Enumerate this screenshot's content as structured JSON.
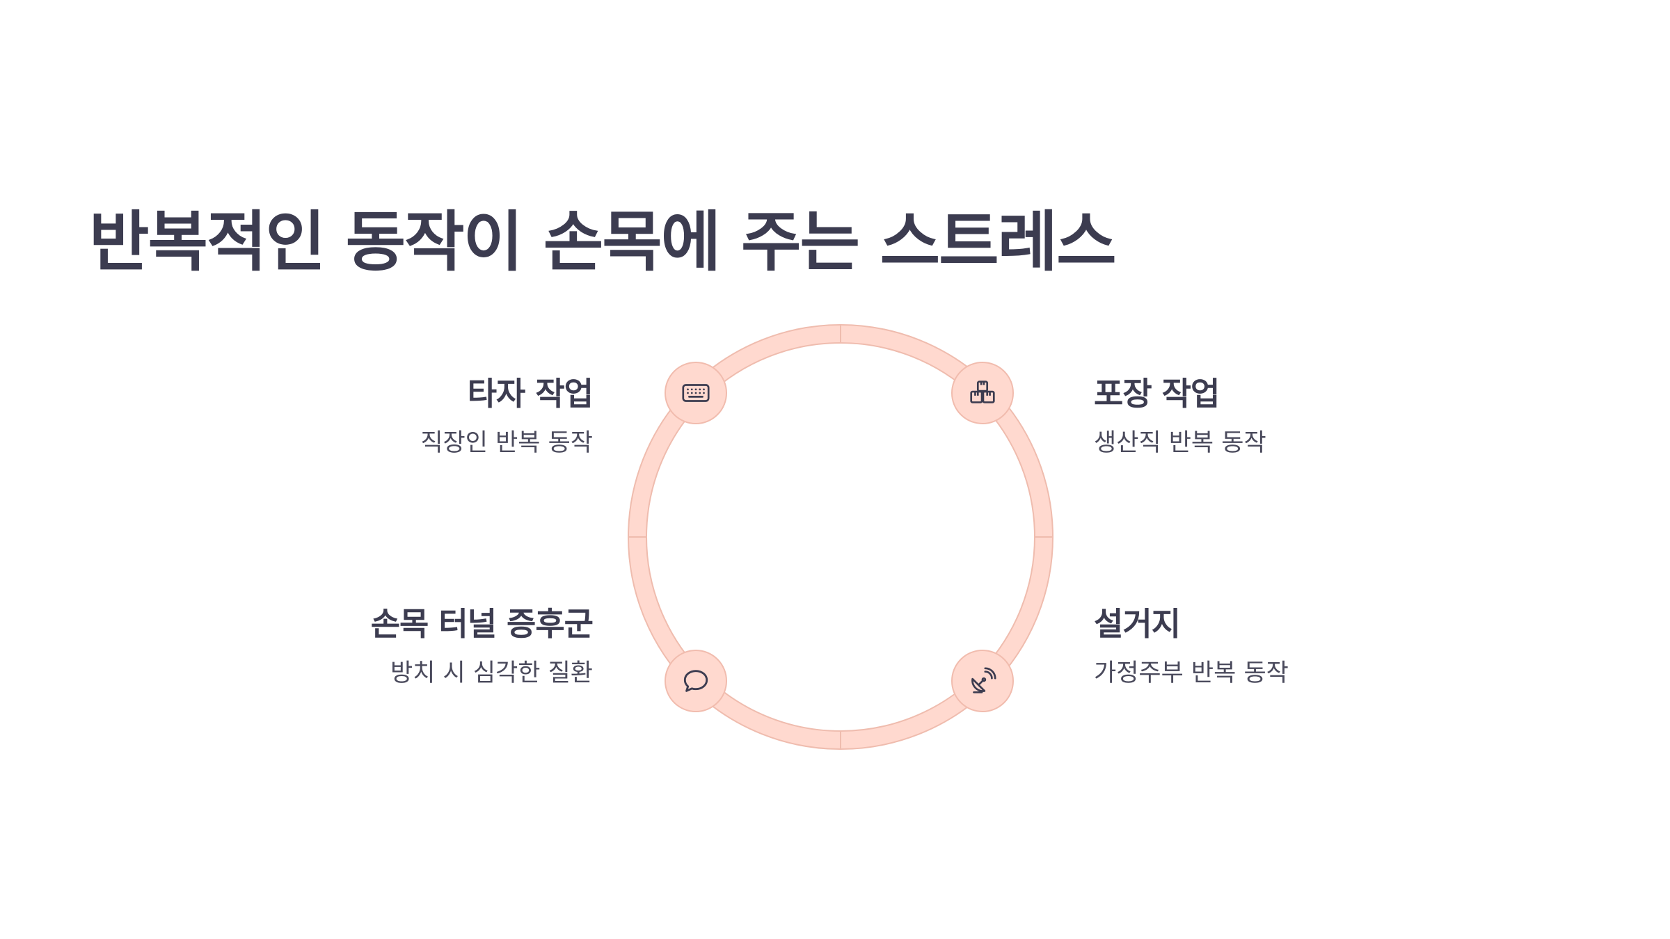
{
  "title": "반복적인 동작이 손목에 주는 스트레스",
  "items": [
    {
      "title": "타자 작업",
      "desc": "직장인 반복 동작",
      "icon": "keyboard-icon"
    },
    {
      "title": "포장 작업",
      "desc": "생산직 반복 동작",
      "icon": "boxes-icon"
    },
    {
      "title": "손목 터널 증후군",
      "desc": "방치 시 심각한 질환",
      "icon": "chat-bubble-icon"
    },
    {
      "title": "설거지",
      "desc": "가정주부 반복 동작",
      "icon": "satellite-dish-icon"
    }
  ],
  "colors": {
    "ring": "#ffd9cf",
    "ring_border": "#efbcae",
    "text": "#3c3c50"
  }
}
